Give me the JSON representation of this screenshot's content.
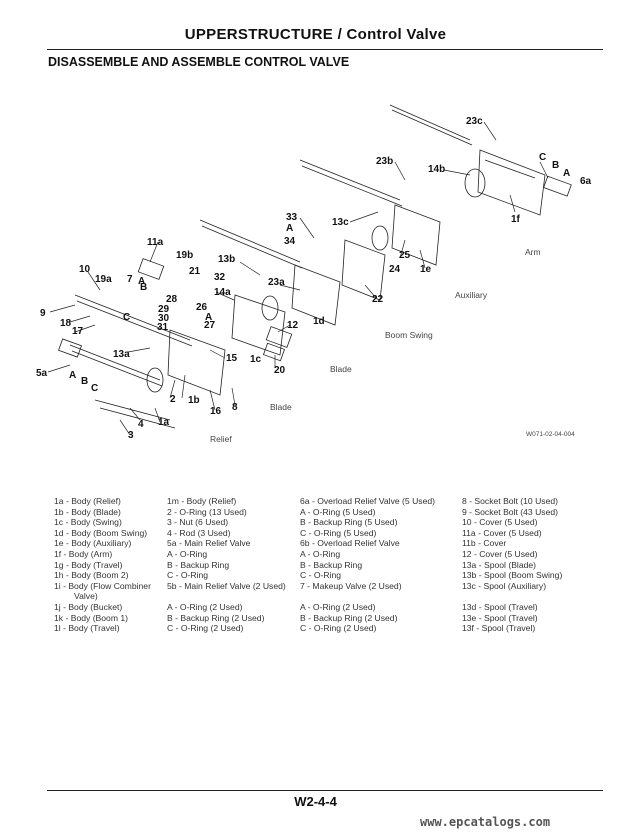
{
  "header": {
    "title": "UPPERSTRUCTURE / Control Valve"
  },
  "section": {
    "title": "DISASSEMBLE AND ASSEMBLE CONTROL VALVE"
  },
  "figure": {
    "code": "W071-02-04-004",
    "captions": {
      "arm": "Arm",
      "auxiliary": "Auxiliary",
      "boom_swing": "Boom Swing",
      "blade1": "Blade",
      "blade2": "Blade",
      "relief": "Relief"
    },
    "callouts": [
      "23c",
      "14b",
      "C",
      "B",
      "A",
      "6a",
      "23b",
      "1f",
      "13c",
      "33",
      "A",
      "34",
      "25",
      "1e",
      "24",
      "22",
      "11a",
      "19b",
      "13b",
      "10",
      "19a",
      "7",
      "21",
      "B",
      "A",
      "32",
      "23a",
      "14a",
      "9",
      "18",
      "28",
      "C",
      "29",
      "26",
      "30",
      "A",
      "31",
      "27",
      "1d",
      "12",
      "17",
      "13a",
      "1c",
      "15",
      "5a",
      "A",
      "B",
      "20",
      "C",
      "1b",
      "2",
      "16",
      "8",
      "4",
      "1a",
      "3"
    ]
  },
  "parts": {
    "col1": [
      "1a - Body (Relief)",
      "1b - Body (Blade)",
      "1c - Body (Swing)",
      "1d - Body (Boom Swing)",
      "1e - Body (Auxiliary)",
      "1f - Body (Arm)",
      "1g - Body (Travel)",
      "1h - Body (Boom 2)",
      "1i - Body (Flow Combiner",
      "Valve)",
      "1j - Body (Bucket)",
      "1k - Body (Boom 1)",
      "1l - Body (Travel)"
    ],
    "col2": [
      "1m - Body (Relief)",
      "2 - O-Ring (13 Used)",
      "3 - Nut (6 Used)",
      "4 - Rod (3 Used)",
      "5a - Main Relief Valve",
      "A - O-Ring",
      "B - Backup Ring",
      "C - O-Ring",
      "5b - Main Relief Valve (2 Used)",
      "",
      "A - O-Ring (2 Used)",
      "B - Backup Ring (2 Used)",
      "C - O-Ring (2 Used)"
    ],
    "col3": [
      "6a - Overload Relief Valve (5 Used)",
      "A - O-Ring (5 Used)",
      "B - Backup Ring (5 Used)",
      "C - O-Ring (5 Used)",
      "6b - Overload Relief Valve",
      "A - O-Ring",
      "B - Backup Ring",
      "C - O-Ring",
      "7 - Makeup Valve (2 Used)",
      "",
      "A - O-Ring (2 Used)",
      "B - Backup Ring (2 Used)",
      "C - O-Ring (2 Used)"
    ],
    "col4": [
      "8 - Socket Bolt (10 Used)",
      "9 - Socket Bolt (43 Used)",
      "10 - Cover (5 Used)",
      "11a - Cover (5 Used)",
      "11b - Cover",
      "12 - Cover (5 Used)",
      "13a - Spool (Blade)",
      "13b - Spool (Boom Swing)",
      "13c - Spool (Auxiliary)",
      "",
      "13d - Spool (Travel)",
      "13e - Spool (Travel)",
      "13f - Spool (Travel)"
    ]
  },
  "footer": {
    "page": "W2-4-4",
    "watermark": "www.epcatalogs.com"
  }
}
